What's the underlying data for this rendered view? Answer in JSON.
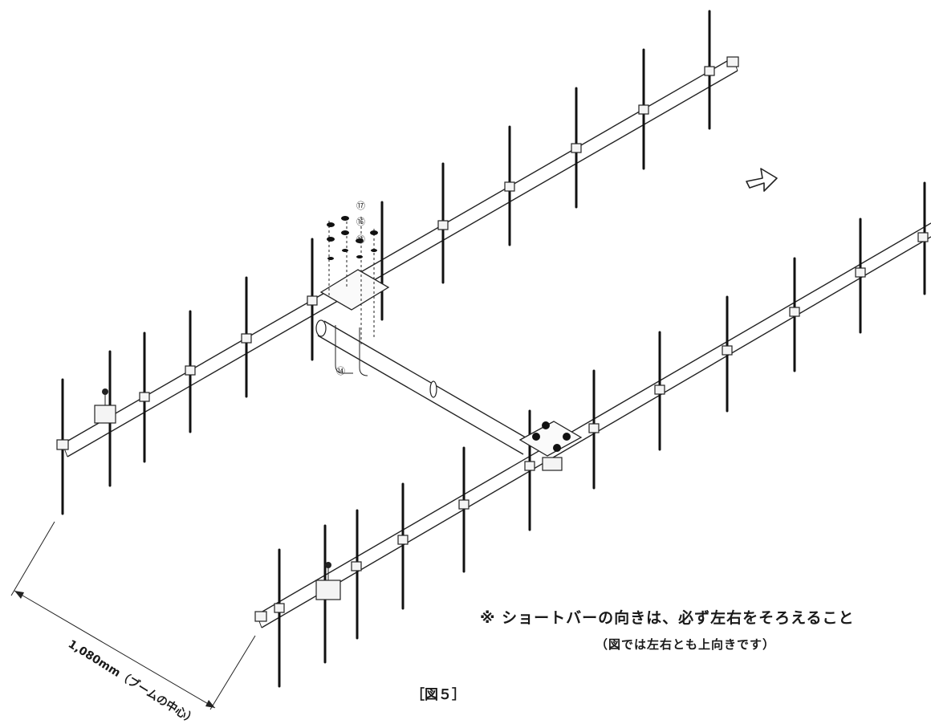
{
  "callouts": {
    "part_17": "⑰",
    "part_16": "⑯",
    "part_15": "⑮",
    "part_14": "⑭"
  },
  "dimension": {
    "label": "1,080mm（ブームの中心）"
  },
  "note": {
    "main": "※ ショートバーの向きは、必ず左右をそろえること",
    "sub": "（図では左右とも上向きです）"
  },
  "caption": "［図５］"
}
